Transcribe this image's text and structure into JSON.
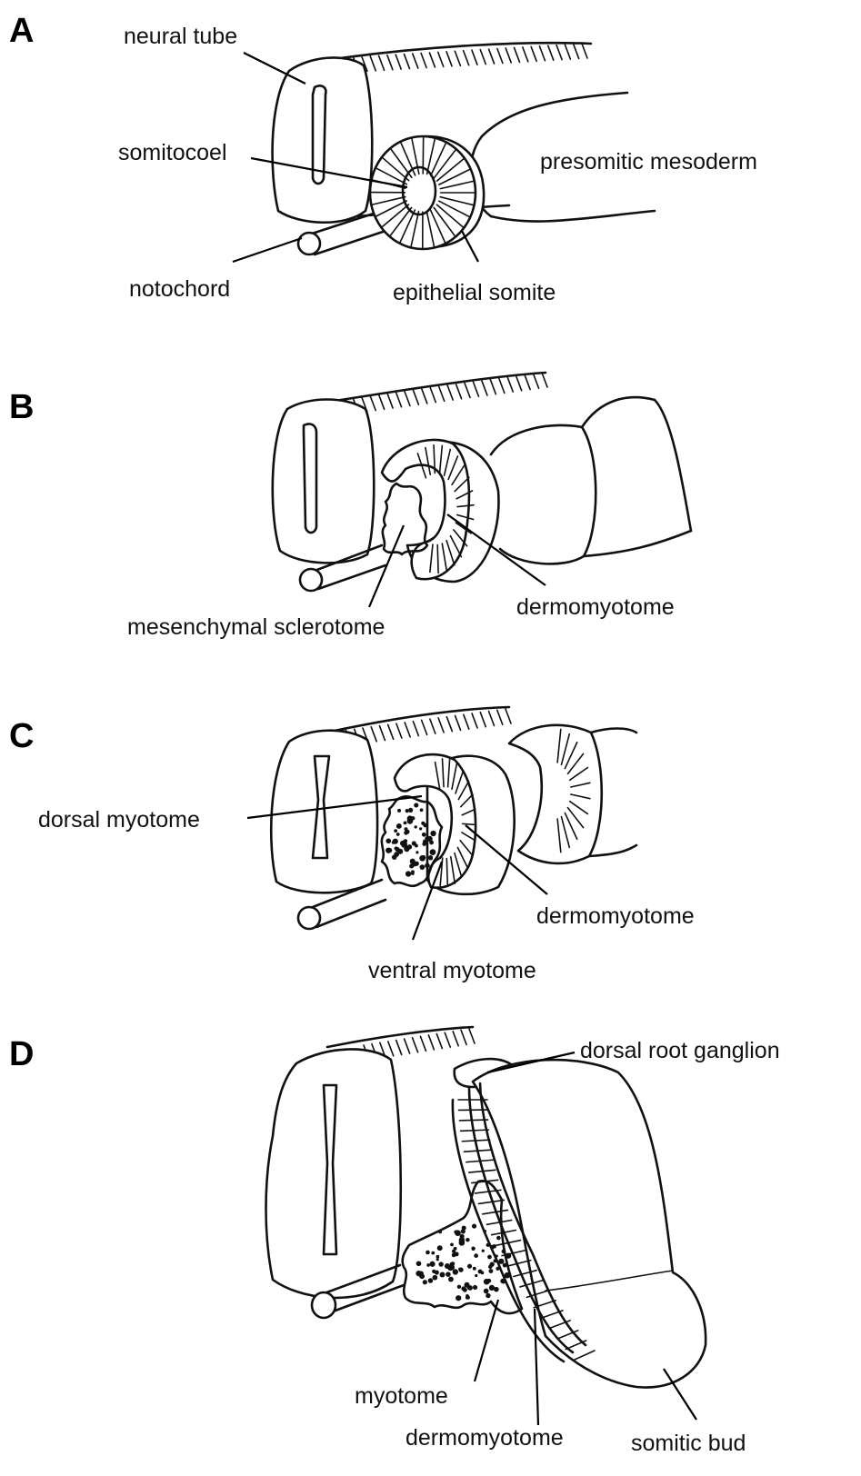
{
  "panels": [
    {
      "letter": "A",
      "labels": {
        "neural_tube": "neural tube",
        "somitocoel": "somitocoel",
        "presomitic_mesoderm": "presomitic mesoderm",
        "notochord": "notochord",
        "epithelial_somite": "epithelial somite"
      }
    },
    {
      "letter": "B",
      "labels": {
        "mesenchymal_sclerotome": "mesenchymal sclerotome",
        "dermomyotome": "dermomyotome"
      }
    },
    {
      "letter": "C",
      "labels": {
        "dorsal_myotome": "dorsal myotome",
        "dermomyotome": "dermomyotome",
        "ventral_myotome": "ventral myotome"
      }
    },
    {
      "letter": "D",
      "labels": {
        "dorsal_root_ganglion": "dorsal root ganglion",
        "myotome": "myotome",
        "dermomyotome": "dermomyotome",
        "somitic_bud": "somitic bud"
      }
    }
  ],
  "colors": {
    "ink": "#111111",
    "background": "#ffffff"
  }
}
